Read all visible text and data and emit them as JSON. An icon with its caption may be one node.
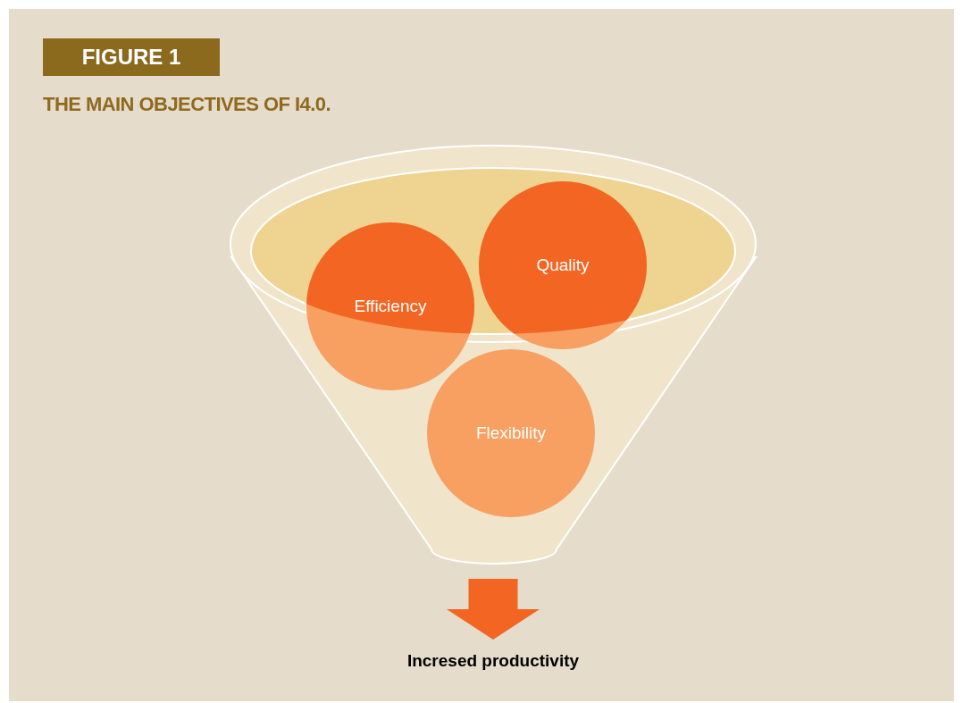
{
  "diagram": {
    "title": "THE MAIN OBJECTIVES OF I4.0.",
    "nodes": [
      {
        "text": [],
        "shape": "funnel"
      },
      {
        "text": [
          "Efficiency"
        ]
      },
      {
        "text": [
          "Quality"
        ]
      },
      {
        "text": [
          "Flexibility"
        ],
        "in": 0
      },
      {
        "text": [
          "Incresed productivity"
        ]
      }
    ],
    "edges": [
      {
        "from": 0,
        "to": 4,
        "arrow": "to",
        "style": "thick"
      }
    ],
    "labels": [
      "FIGURE 1"
    ]
  }
}
